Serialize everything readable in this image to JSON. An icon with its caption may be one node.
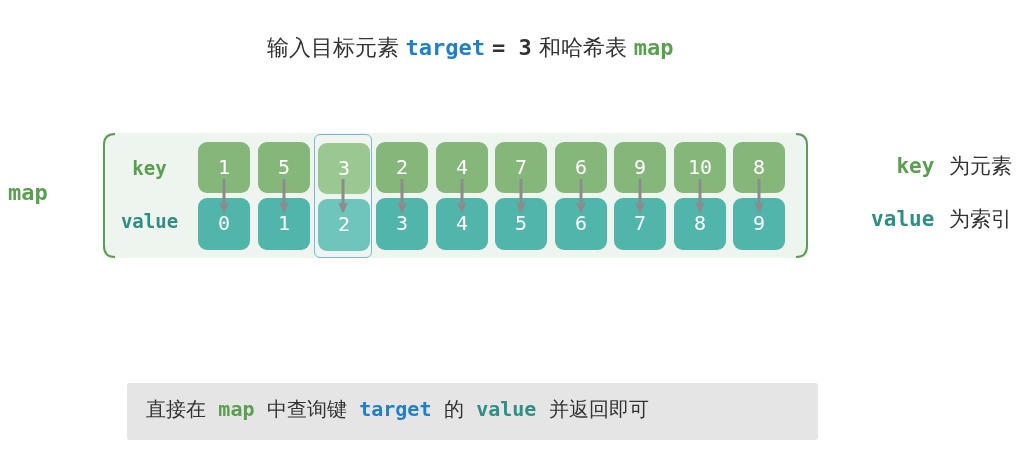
{
  "diagram": {
    "title": "输入目标元素 **target** **= 3** 和哈希表 **map**",
    "caption": "直接在 **map** 中查询键 **target** 的 **value** 并返回即可",
    "nodes": [
      {
        "text": [
          "key",
          "value"
        ],
        "beside": [
          "map"
        ]
      },
      {
        "text": [],
        "shape": "box",
        "in": 0
      },
      {
        "text": [
          "1"
        ],
        "in": 0
      },
      {
        "text": [
          "5"
        ],
        "in": 0
      },
      {
        "text": [
          "3"
        ],
        "in": 1
      },
      {
        "text": [
          "2"
        ],
        "in": 0
      },
      {
        "text": [
          "4"
        ],
        "in": 0
      },
      {
        "text": [
          "7"
        ],
        "in": 0
      },
      {
        "text": [
          "6"
        ],
        "in": 0
      },
      {
        "text": [
          "9"
        ],
        "in": 0
      },
      {
        "text": [
          "10"
        ],
        "in": 0
      },
      {
        "text": [
          "8"
        ],
        "in": 0
      },
      {
        "text": [
          "0"
        ],
        "in": 0
      },
      {
        "text": [
          "1"
        ],
        "in": 0
      },
      {
        "text": [
          "2"
        ],
        "in": 1
      },
      {
        "text": [
          "3"
        ],
        "in": 0
      },
      {
        "text": [
          "4"
        ],
        "in": 0
      },
      {
        "text": [
          "5"
        ],
        "in": 0
      },
      {
        "text": [
          "6"
        ],
        "in": 0
      },
      {
        "text": [
          "7"
        ],
        "in": 0
      },
      {
        "text": [
          "8"
        ],
        "in": 0
      },
      {
        "text": [
          "9"
        ],
        "in": 0
      }
    ],
    "edges": [
      {
        "from": 2,
        "to": 12,
        "arrow": "to"
      },
      {
        "from": 3,
        "to": 13,
        "arrow": "to"
      },
      {
        "from": 4,
        "to": 14,
        "arrow": "to"
      },
      {
        "from": 5,
        "to": 15,
        "arrow": "to"
      },
      {
        "from": 6,
        "to": 16,
        "arrow": "to"
      },
      {
        "from": 7,
        "to": 17,
        "arrow": "to"
      },
      {
        "from": 8,
        "to": 18,
        "arrow": "to"
      },
      {
        "from": 9,
        "to": 19,
        "arrow": "to"
      },
      {
        "from": 10,
        "to": 20,
        "arrow": "to"
      },
      {
        "from": 11,
        "to": 21,
        "arrow": "to"
      }
    ],
    "labels": [
      "**key** 为元素",
      "**value** 为索引"
    ]
  }
}
